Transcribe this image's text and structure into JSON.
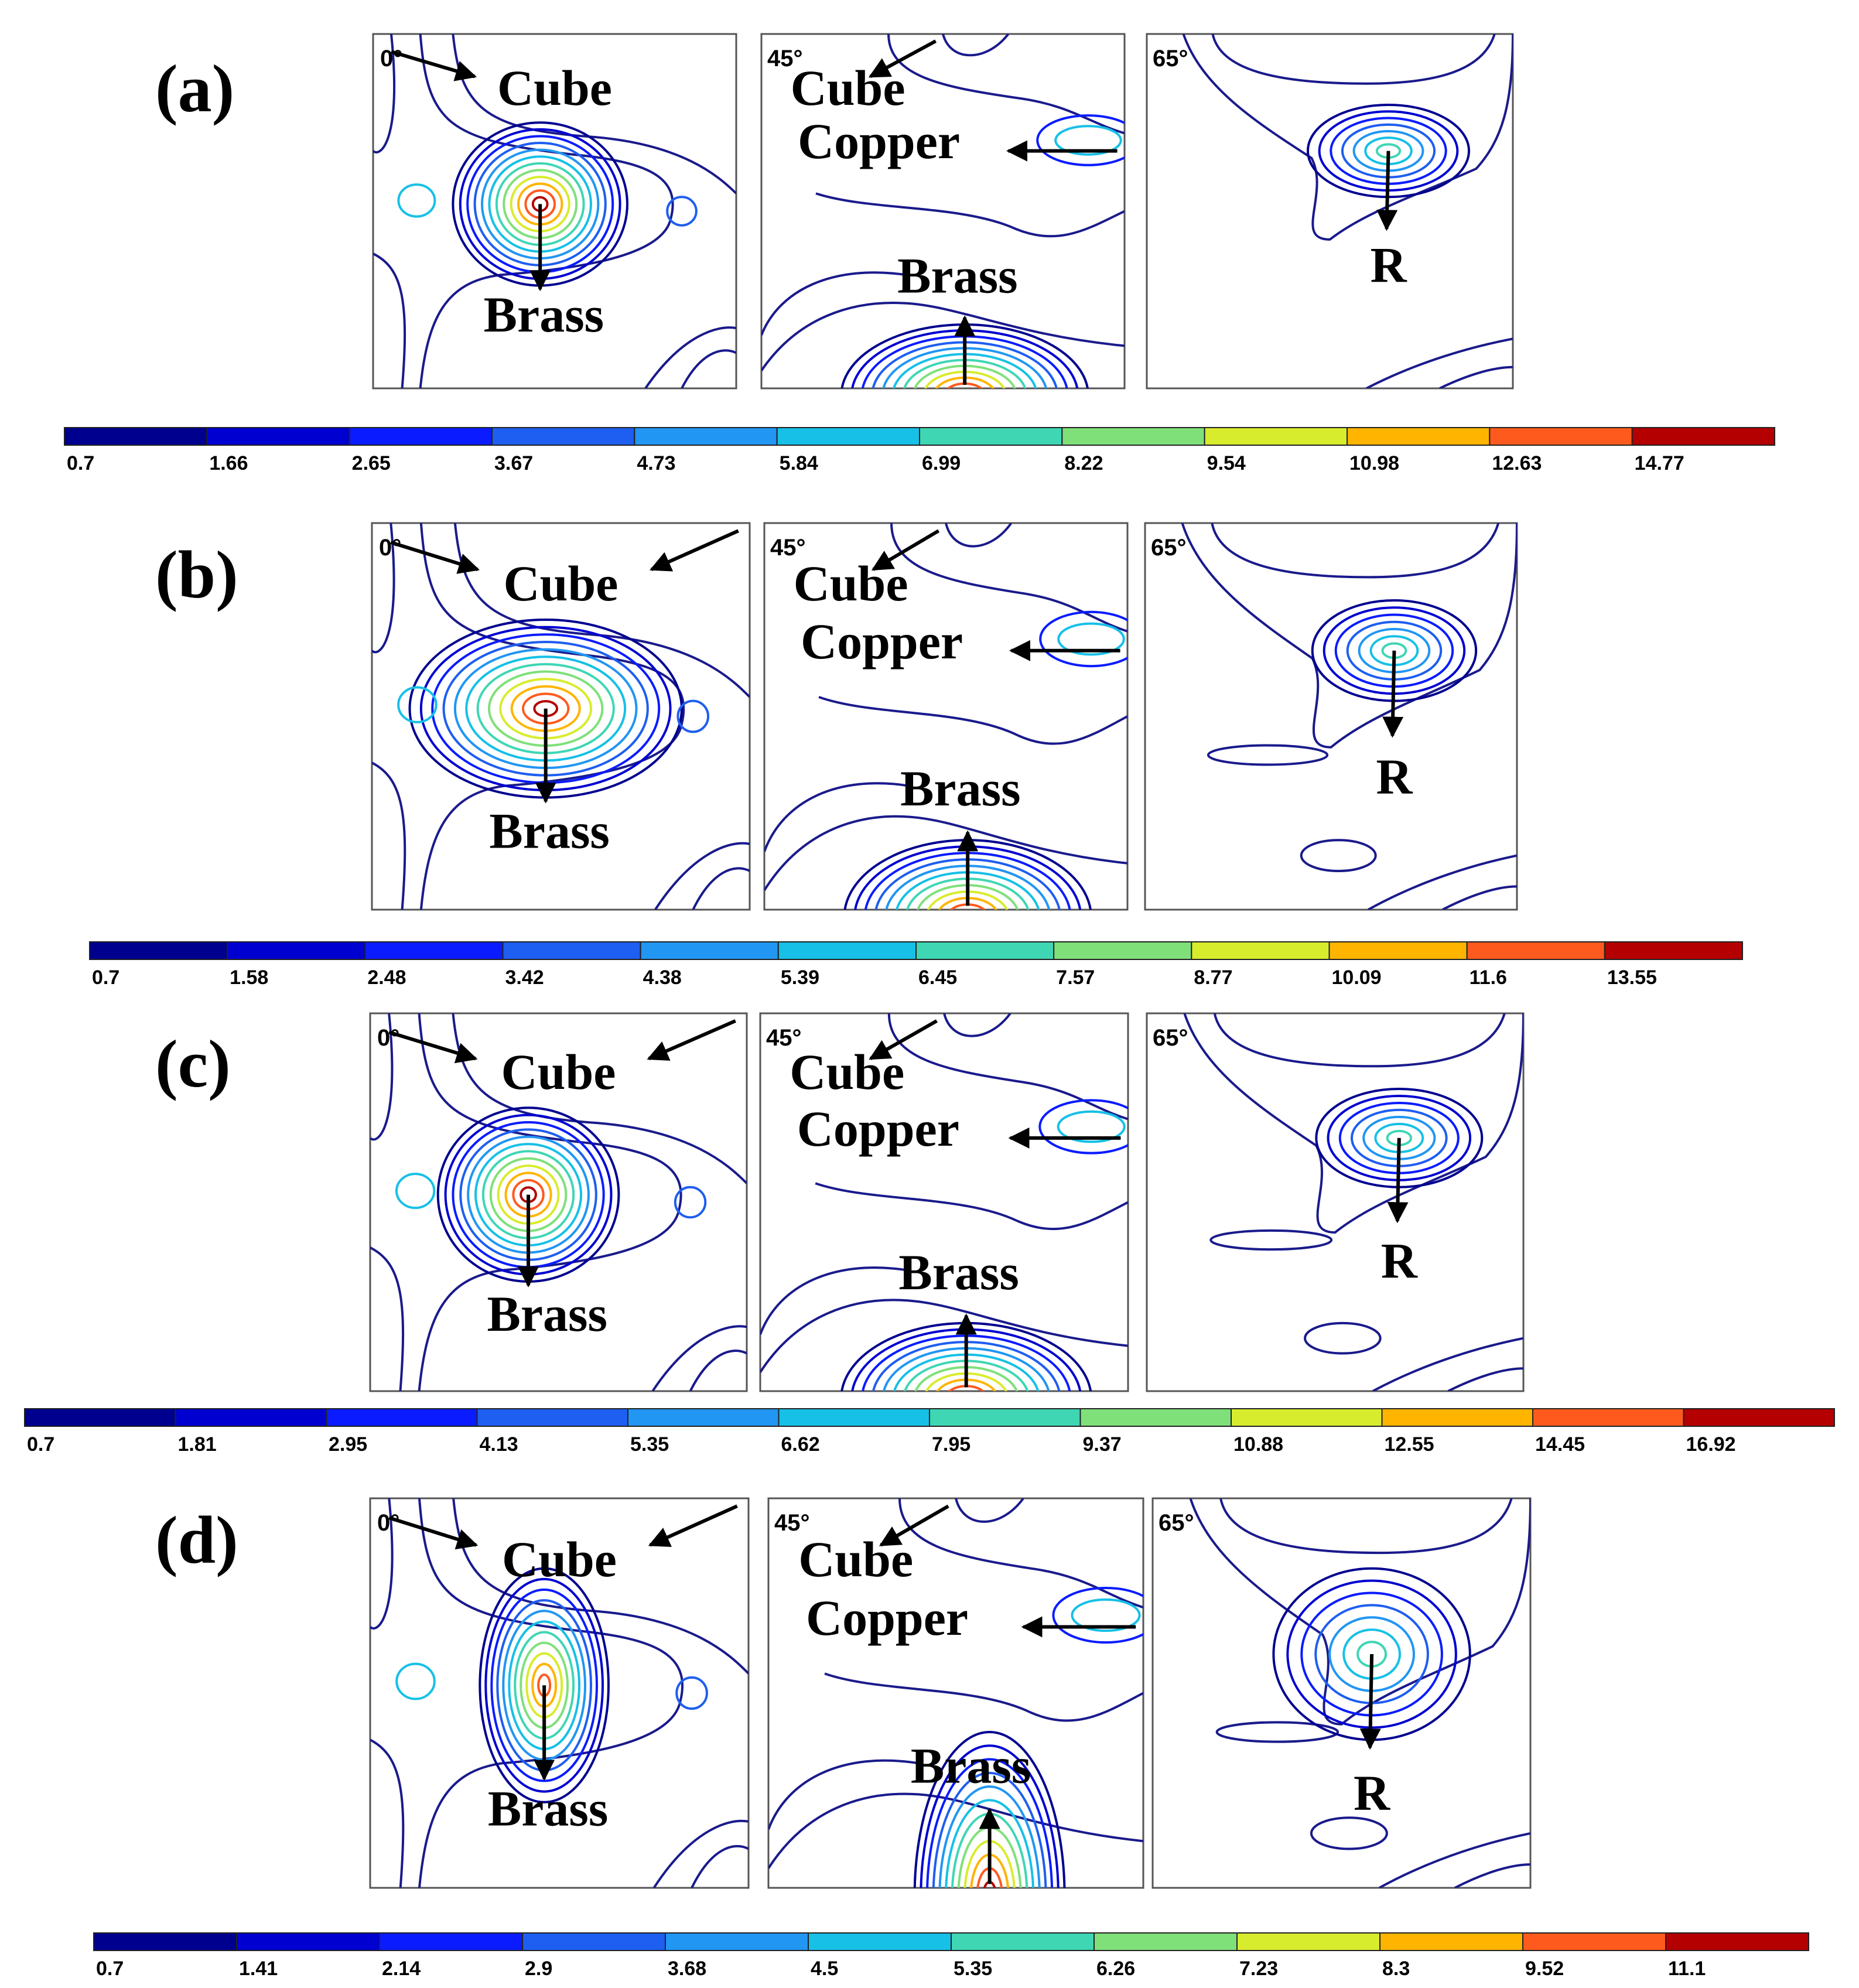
{
  "rows": [
    {
      "label": "(a)",
      "panels": [
        {
          "angle": "0°",
          "labels": [
            "Cube",
            "Brass"
          ]
        },
        {
          "angle": "45°",
          "labels": [
            "Cube",
            "Copper",
            "Brass"
          ]
        },
        {
          "angle": "65°",
          "labels": [
            "R"
          ]
        }
      ],
      "colorbar": [
        "0.7",
        "1.66",
        "2.65",
        "3.67",
        "4.73",
        "5.84",
        "6.99",
        "8.22",
        "9.54",
        "10.98",
        "12.63",
        "14.77"
      ]
    },
    {
      "label": "(b)",
      "panels": [
        {
          "angle": "0°",
          "labels": [
            "Cube",
            "Brass"
          ]
        },
        {
          "angle": "45°",
          "labels": [
            "Cube",
            "Copper",
            "Brass"
          ]
        },
        {
          "angle": "65°",
          "labels": [
            "R"
          ]
        }
      ],
      "colorbar": [
        "0.7",
        "1.58",
        "2.48",
        "3.42",
        "4.38",
        "5.39",
        "6.45",
        "7.57",
        "8.77",
        "10.09",
        "11.6",
        "13.55"
      ]
    },
    {
      "label": "(c)",
      "panels": [
        {
          "angle": "0°",
          "labels": [
            "Cube",
            "Brass"
          ]
        },
        {
          "angle": "45°",
          "labels": [
            "Cube",
            "Copper",
            "Brass"
          ]
        },
        {
          "angle": "65°",
          "labels": [
            "R"
          ]
        }
      ],
      "colorbar": [
        "0.7",
        "1.81",
        "2.95",
        "4.13",
        "5.35",
        "6.62",
        "7.95",
        "9.37",
        "10.88",
        "12.55",
        "14.45",
        "16.92"
      ]
    },
    {
      "label": "(d)",
      "panels": [
        {
          "angle": "0°",
          "labels": [
            "Cube",
            "Brass"
          ]
        },
        {
          "angle": "45°",
          "labels": [
            "Cube",
            "Copper",
            "Brass"
          ]
        },
        {
          "angle": "65°",
          "labels": [
            "R"
          ]
        }
      ],
      "colorbar": [
        "0.7",
        "1.41",
        "2.14",
        "2.9",
        "3.68",
        "4.5",
        "5.35",
        "6.26",
        "7.23",
        "8.3",
        "9.52",
        "11.1"
      ]
    }
  ],
  "colors": {
    "contour_scale": [
      "#00008f",
      "#0000d0",
      "#0a1cff",
      "#1e5ef0",
      "#2196f3",
      "#16c0e6",
      "#3fd6b4",
      "#7fe07a",
      "#d8ec2e",
      "#ffb400",
      "#ff5a1e",
      "#b40000"
    ],
    "outline": "#1a1a8c"
  }
}
